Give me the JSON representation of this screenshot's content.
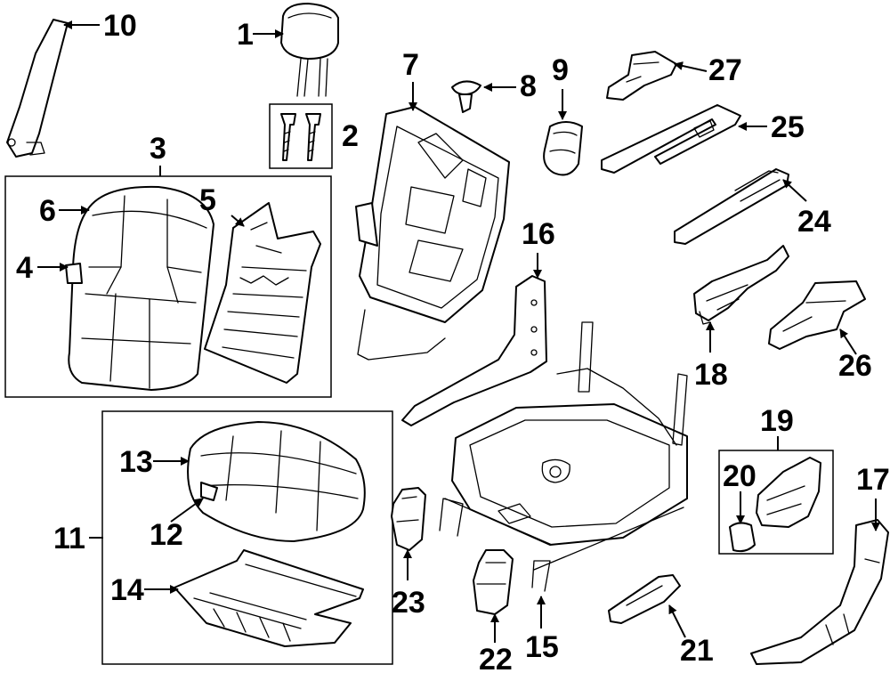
{
  "diagram": {
    "callouts": [
      "1",
      "2",
      "3",
      "4",
      "5",
      "6",
      "7",
      "8",
      "9",
      "10",
      "11",
      "12",
      "13",
      "14",
      "15",
      "16",
      "17",
      "18",
      "19",
      "20",
      "21",
      "22",
      "23",
      "24",
      "25",
      "26",
      "27"
    ]
  },
  "colors": {
    "ink": "#000000",
    "background": "#ffffff"
  },
  "icons": [
    "arrow-head"
  ]
}
